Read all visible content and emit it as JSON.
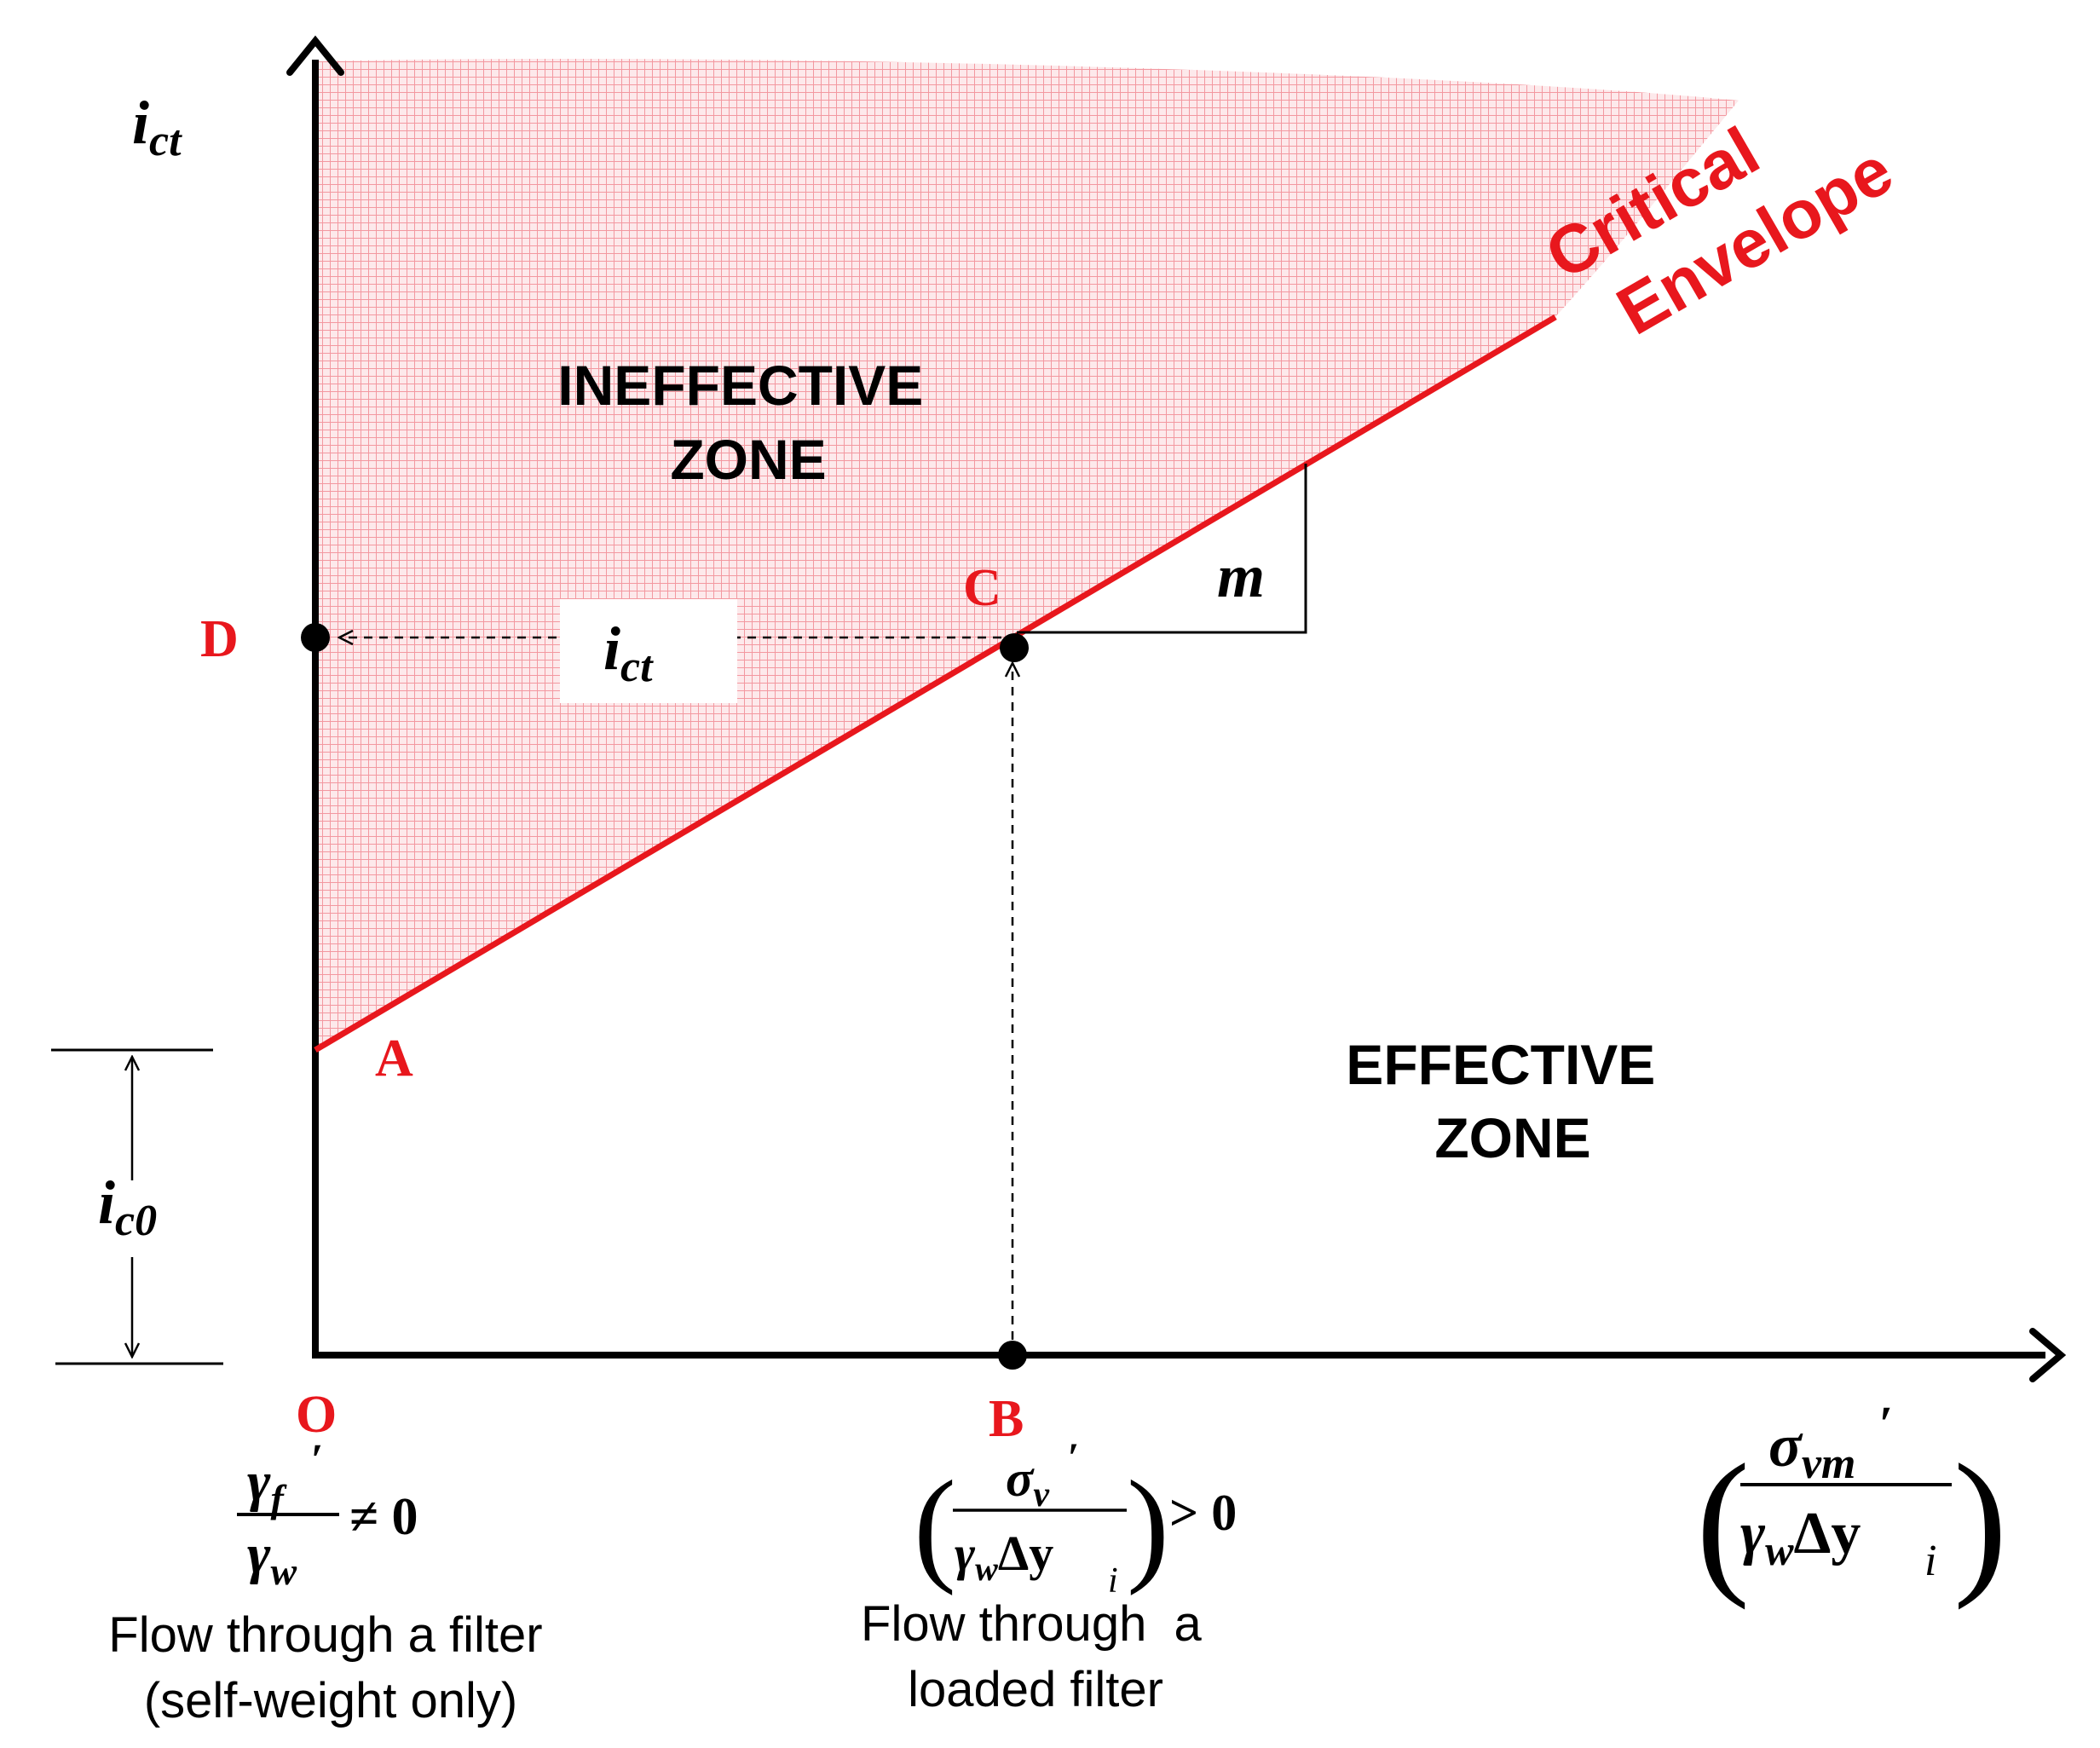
{
  "colors": {
    "envelope_red": "#e8171d",
    "zone_fill_pink": "#f7b9bd",
    "axis_black": "#000000",
    "point_label_red": "#e8171d"
  },
  "axes": {
    "y_label": {
      "sym": "i",
      "sub": "ct"
    },
    "x_label": {
      "num_sym": "σ",
      "num_sub": "vm",
      "den_sym": "γ",
      "den_sub": "w",
      "den_rest": "Δy",
      "outer_sub": "i"
    }
  },
  "zones": {
    "ineffective_line1": "INEFFECTIVE",
    "ineffective_line2": "ZONE",
    "effective_line1": "EFFECTIVE",
    "effective_line2": "ZONE"
  },
  "envelope": {
    "line1": "Critical",
    "line2": "Envelope"
  },
  "points": {
    "A": "A",
    "B": "B",
    "C": "C",
    "D": "D",
    "O": "O"
  },
  "slope_label": "m",
  "ict_arrow_label": {
    "sym": "i",
    "sub": "ct"
  },
  "ic0_label": {
    "sym": "i",
    "sub": "c0"
  },
  "origin_formula": {
    "num_sym": "γ",
    "num_sub": "f",
    "den_sym": "γ",
    "den_sub": "w",
    "relation": "≠ 0"
  },
  "b_formula": {
    "num_sym": "σ",
    "num_sub": "v",
    "den_sym": "γ",
    "den_sub": "w",
    "den_rest": "Δy",
    "outer_sub": "i",
    "relation": "> 0"
  },
  "captions": {
    "origin_line1": "Flow through a filter",
    "origin_line2": "(self-weight only)",
    "b_line1": "Flow through  a",
    "b_line2": "loaded filter"
  }
}
